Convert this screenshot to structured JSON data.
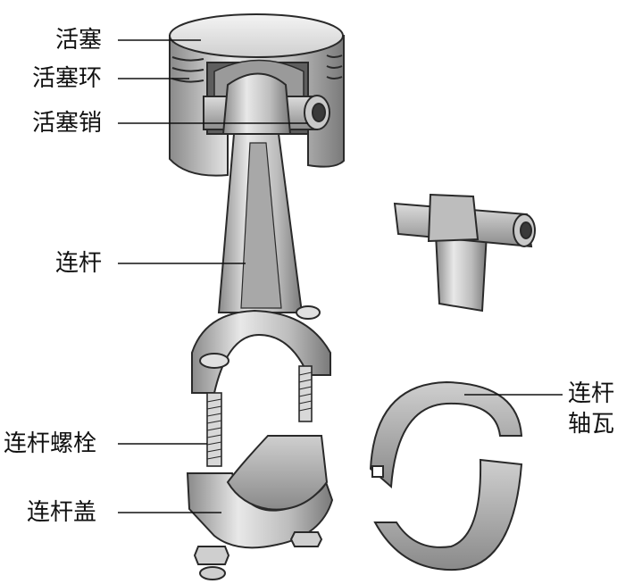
{
  "labels": {
    "piston": "活塞",
    "piston_ring": "活塞环",
    "piston_pin": "活塞销",
    "connecting_rod": "连杆",
    "rod_bolt": "连杆螺栓",
    "rod_cap": "连杆盖",
    "bearing_line1": "连杆",
    "bearing_line2": "轴瓦"
  },
  "colors": {
    "metal_light": "#e4e4e4",
    "metal_mid": "#b8b8b8",
    "metal_dark": "#6e6e6e",
    "outline": "#2a2a2a",
    "leader": "#111111"
  }
}
